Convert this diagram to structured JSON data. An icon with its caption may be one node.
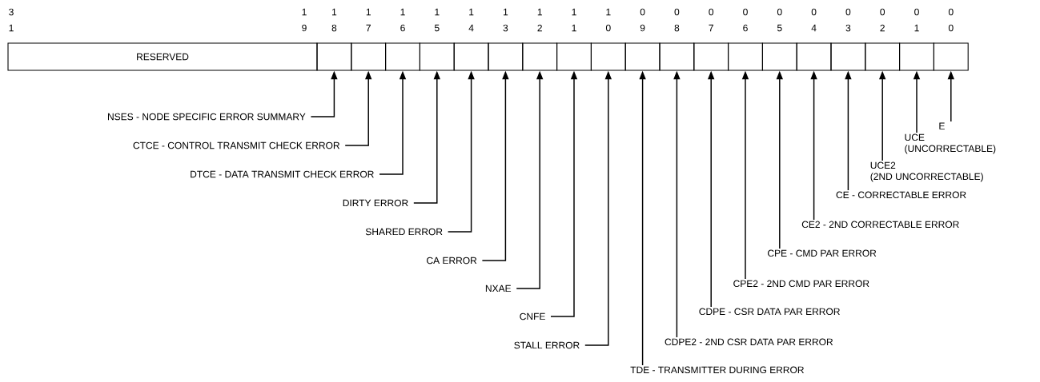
{
  "diagram": {
    "nodes": [
      {
        "text": [
          "RESERVED"
        ]
      },
      {
        "text": [],
        "shape": "box"
      },
      {
        "text": [],
        "shape": "box"
      },
      {
        "text": [],
        "shape": "box"
      },
      {
        "text": [],
        "shape": "box"
      },
      {
        "text": [],
        "shape": "box"
      },
      {
        "text": [],
        "shape": "box"
      },
      {
        "text": [],
        "shape": "box"
      },
      {
        "text": [],
        "shape": "box"
      },
      {
        "text": [],
        "shape": "box"
      },
      {
        "text": [],
        "shape": "box"
      },
      {
        "text": [],
        "shape": "box"
      },
      {
        "text": [],
        "shape": "box"
      },
      {
        "text": [],
        "shape": "box"
      },
      {
        "text": [],
        "shape": "box"
      },
      {
        "text": [],
        "shape": "box"
      },
      {
        "text": [],
        "shape": "box"
      },
      {
        "text": [],
        "shape": "box"
      },
      {
        "text": [],
        "shape": "box"
      },
      {
        "text": [],
        "shape": "box"
      },
      {
        "text": [
          "NSES - NODE SPECIFIC ERROR SUMMARY"
        ]
      },
      {
        "text": [
          "CTCE - CONTROL TRANSMIT CHECK ERROR"
        ]
      },
      {
        "text": [
          "DTCE - DATA TRANSMIT CHECK ERROR"
        ]
      },
      {
        "text": [
          "DIRTY ERROR"
        ]
      },
      {
        "text": [
          "SHARED ERROR"
        ]
      },
      {
        "text": [
          "CA ERROR"
        ]
      },
      {
        "text": [
          "NXAE"
        ]
      },
      {
        "text": [
          "CNFE"
        ]
      },
      {
        "text": [
          "STALL ERROR"
        ]
      },
      {
        "text": [
          "TDE - TRANSMITTER DURING ERROR"
        ]
      },
      {
        "text": [
          "CDPE2 - 2ND CSR DATA PAR ERROR"
        ]
      },
      {
        "text": [
          "CDPE - CSR DATA PAR ERROR"
        ]
      },
      {
        "text": [
          "CPE2 - 2ND CMD PAR ERROR"
        ]
      },
      {
        "text": [
          "CPE - CMD PAR ERROR"
        ]
      },
      {
        "text": [
          "CE2 - 2ND CORRECTABLE ERROR"
        ]
      },
      {
        "text": [
          "CE - CORRECTABLE ERROR"
        ]
      },
      {
        "text": [
          "UCE2",
          "(2ND UNCORRECTABLE)"
        ]
      },
      {
        "text": [
          "UCE",
          "(UNCORRECTABLE)"
        ]
      },
      {
        "text": [
          "E"
        ]
      }
    ],
    "edges": [
      {
        "from": 20,
        "to": 1,
        "arrow": "to"
      },
      {
        "from": 21,
        "to": 2,
        "arrow": "to"
      },
      {
        "from": 22,
        "to": 3,
        "arrow": "to"
      },
      {
        "from": 23,
        "to": 4,
        "arrow": "to"
      },
      {
        "from": 24,
        "to": 5,
        "arrow": "to"
      },
      {
        "from": 25,
        "to": 6,
        "arrow": "to"
      },
      {
        "from": 26,
        "to": 7,
        "arrow": "to"
      },
      {
        "from": 27,
        "to": 8,
        "arrow": "to"
      },
      {
        "from": 28,
        "to": 9,
        "arrow": "to"
      },
      {
        "from": 29,
        "to": 10,
        "arrow": "to"
      },
      {
        "from": 30,
        "to": 11,
        "arrow": "to"
      },
      {
        "from": 31,
        "to": 12,
        "arrow": "to"
      },
      {
        "from": 32,
        "to": 13,
        "arrow": "to"
      },
      {
        "from": 33,
        "to": 14,
        "arrow": "to"
      },
      {
        "from": 34,
        "to": 15,
        "arrow": "to"
      },
      {
        "from": 35,
        "to": 16,
        "arrow": "to"
      },
      {
        "from": 36,
        "to": 17,
        "arrow": "to"
      },
      {
        "from": 37,
        "to": 18,
        "arrow": "to"
      },
      {
        "from": 38,
        "to": 19,
        "arrow": "to"
      }
    ],
    "labels": [
      "3",
      "1",
      "1",
      "9",
      "1",
      "8",
      "1",
      "7",
      "1",
      "6",
      "1",
      "5",
      "1",
      "4",
      "1",
      "3",
      "1",
      "2",
      "1",
      "1",
      "1",
      "0",
      "0",
      "9",
      "0",
      "8",
      "0",
      "7",
      "0",
      "6",
      "0",
      "5",
      "0",
      "4",
      "0",
      "3",
      "0",
      "2",
      "0",
      "1",
      "0",
      "0"
    ]
  }
}
